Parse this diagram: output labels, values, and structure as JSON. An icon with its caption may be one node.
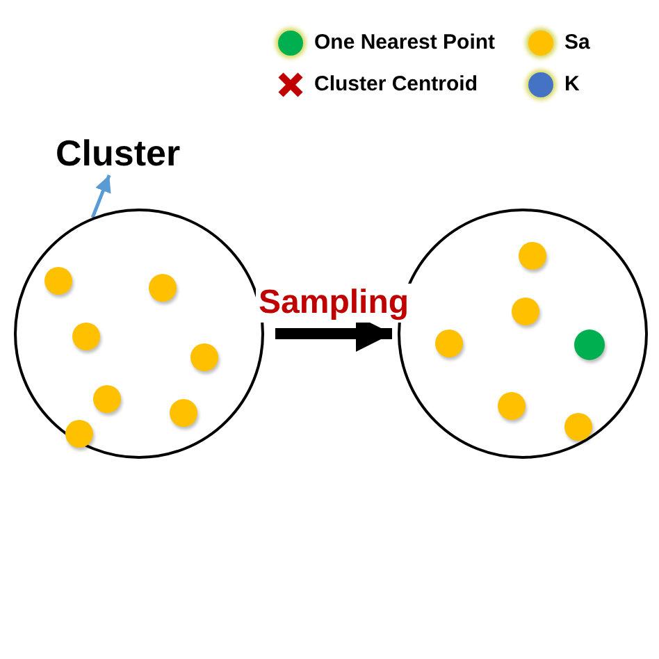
{
  "diagram": {
    "nodes": [
      {
        "text": [
          "Cluster"
        ]
      },
      {
        "text": [],
        "shape": "circle"
      },
      {
        "text": [],
        "shape": "circle",
        "in": 1
      },
      {
        "text": [],
        "shape": "circle",
        "in": 1
      },
      {
        "text": [],
        "shape": "circle",
        "in": 1
      },
      {
        "text": [],
        "shape": "circle",
        "in": 1
      },
      {
        "text": [],
        "shape": "circle",
        "in": 1
      },
      {
        "text": [],
        "shape": "circle",
        "in": 1
      },
      {
        "text": [],
        "shape": "circle",
        "in": 1
      },
      {
        "text": [],
        "shape": "circle"
      },
      {
        "text": [],
        "shape": "circle",
        "in": 9
      },
      {
        "text": [],
        "shape": "circle",
        "in": 9
      },
      {
        "text": [],
        "shape": "circle",
        "in": 9
      },
      {
        "text": [],
        "shape": "circle",
        "in": 9
      },
      {
        "text": [],
        "shape": "circle",
        "in": 9
      },
      {
        "text": [],
        "shape": "circle",
        "in": 9
      }
    ],
    "edges": [
      {
        "from": 1,
        "to": 0,
        "arrow": "to",
        "color": "#5b9bd5"
      },
      {
        "from": 1,
        "to": 9,
        "arrow": "to",
        "label": "Sampling",
        "style": "thick",
        "color": "#000000"
      }
    ],
    "legend": [
      {
        "text": "One Nearest Point",
        "color": "#00b050"
      },
      {
        "text": "Sa",
        "color": "#ffc000"
      },
      {
        "text": "Cluster Centroid"
      },
      {
        "text": "K",
        "color": "#4472c4"
      }
    ]
  }
}
